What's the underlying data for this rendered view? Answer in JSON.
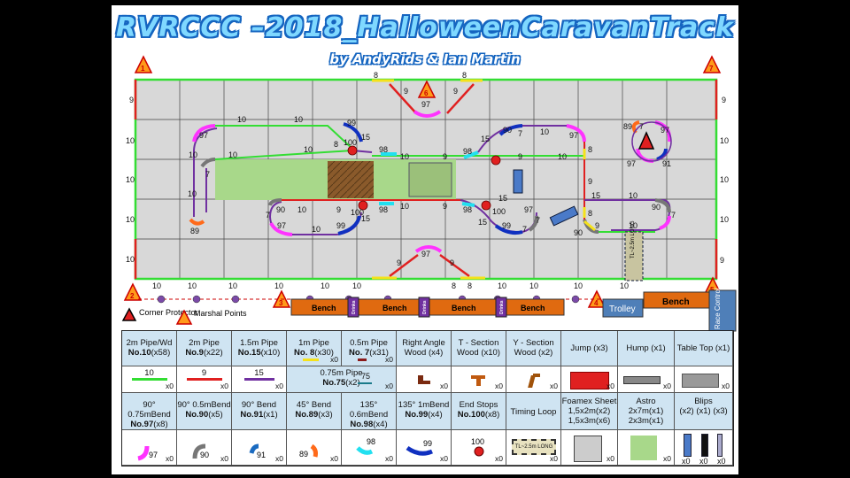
{
  "title": "RVRCCC –2018_HalloweenCaravanTrack",
  "subtitle": "by AndyRids & Ian Martin",
  "colors": {
    "green": "#33dd33",
    "red": "#e02020",
    "purple": "#7030a0",
    "magenta": "#ff33ff",
    "blue": "#1030c0",
    "grey": "#777777",
    "orange": "#ff6a1a",
    "cyan": "#22e0f0"
  },
  "grid": {
    "top_labels": [
      "8",
      "8"
    ],
    "left_labels": [
      "9",
      "10",
      "10",
      "10",
      "10"
    ],
    "right_labels": [
      "9",
      "10",
      "10",
      "10",
      "9"
    ],
    "bottom_labels": [
      "10",
      "10",
      "10",
      "10",
      "10",
      "10",
      "8",
      "8",
      "10",
      "10",
      "10",
      "10"
    ],
    "corner_numbers": [
      "1",
      "2",
      "3",
      "4",
      "5",
      "6",
      "7"
    ]
  },
  "pieces": {
    "n97": "97",
    "n90": "90",
    "n91": "91",
    "n89": "89",
    "n98": "98",
    "n99": "99",
    "n100": "100",
    "n15": "15",
    "n10": "10",
    "n9": "9",
    "n8": "8",
    "n7": "7"
  },
  "track_labels": {
    "tl_long": "TL~2.5m LONG"
  },
  "footer": {
    "corner_protector": "Corner Protector",
    "marshal_points": "Marshal Points",
    "bench": "Bench",
    "drinks": "Drinks",
    "trolley": "Trolley",
    "race_control": "Race Control"
  },
  "legend": {
    "row1": [
      {
        "name": "2m Pipe/Wd",
        "code": "No.10",
        "count": "(x58)",
        "num": "10",
        "qty": "x0"
      },
      {
        "name": "2m Pipe",
        "code": "No.9",
        "count": "(x22)",
        "num": "9",
        "qty": "x0"
      },
      {
        "name": "1.5m Pipe",
        "code": "No.15",
        "count": "(x10)",
        "num": "15",
        "qty": "x0"
      },
      {
        "name": "1m Pipe",
        "code": "No. 8",
        "count": "(x30)",
        "qty": "x0"
      },
      {
        "name": "0.5m Pipe",
        "code": "No. 7",
        "count": "(x31)",
        "qty": "x0"
      },
      {
        "name": "Right Angle",
        "sub": "Wood (x4)",
        "qty": "x0"
      },
      {
        "name": "T - Section",
        "sub": "Wood (x10)",
        "qty": "x0"
      },
      {
        "name": "Y - Section",
        "sub": "Wood (x2)",
        "qty": "x0"
      },
      {
        "name": "Jump (x3)",
        "qty": "x0"
      },
      {
        "name": "Hump (x1)",
        "qty": "x0"
      },
      {
        "name": "Table Top (x1)",
        "qty": "x0"
      }
    ],
    "pipe075": {
      "name": "0.75m Pipe",
      "code": "No.75",
      "count": "(x2)",
      "num": "75",
      "qty": "x0"
    },
    "row2": [
      {
        "name": "90° 0.75mBend",
        "code": "No.97",
        "count": "(x8)",
        "num": "97",
        "qty": "x0"
      },
      {
        "name": "90° 0.5mBend",
        "code": "No.90",
        "count": "(x5)",
        "num": "90",
        "qty": "x0"
      },
      {
        "name": "90° Bend",
        "code": "No.91",
        "count": "(x1)",
        "num": "91",
        "qty": "x0"
      },
      {
        "name": "45° Bend",
        "code": "No.89",
        "count": "(x3)",
        "num": "89",
        "qty": "x0"
      },
      {
        "name": "135° 0.6mBend",
        "code": "No.98",
        "count": "(x4)",
        "num": "98",
        "qty": "x0"
      },
      {
        "name": "135° 1mBend",
        "code": "No.99",
        "count": "(x4)",
        "num": "99",
        "qty": "x0"
      },
      {
        "name": "End Stops",
        "code": "No.100",
        "count": "(x8)",
        "num": "100",
        "qty": "x0"
      },
      {
        "name": "Timing Loop",
        "tl": "TL~2.5m LONG",
        "qty": "x0"
      },
      {
        "name": "Foamex Sheet",
        "l1": "1,5x2m(x2)",
        "l2": "1,5x3m(x6)",
        "qty": "x0"
      },
      {
        "name": "Astro",
        "l1": "2x7m(x1)",
        "l2": "2x3m(x1)",
        "qty": "x0"
      },
      {
        "name": "Blips",
        "l1": "(x2) (x1) (x3)",
        "q": [
          "x0",
          "x0",
          "x0"
        ]
      }
    ]
  }
}
